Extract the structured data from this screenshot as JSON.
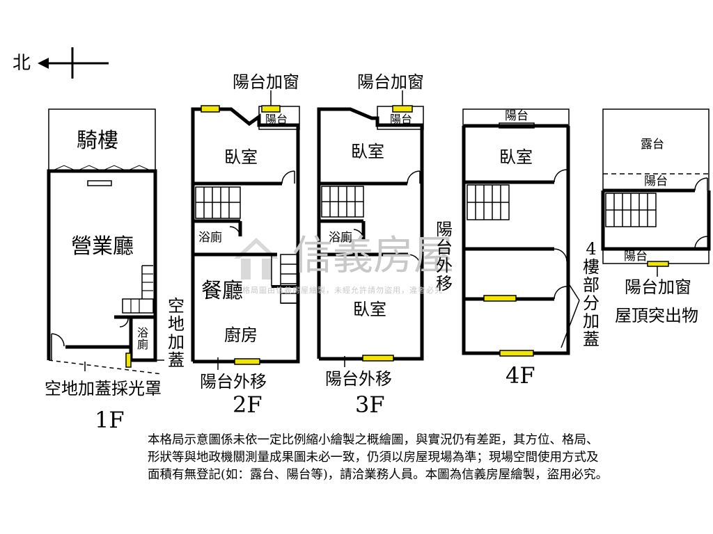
{
  "compass": {
    "label": "北"
  },
  "watermark": {
    "brand": "信義房屋",
    "notice": "格局圖由信義房屋繪製，未經允許請勿盜用，違者必究"
  },
  "floors": {
    "f1": {
      "label": "1F",
      "rooms": {
        "arcade": "騎樓",
        "business_hall": "營業廳",
        "bath": "浴廁"
      },
      "annotations": {
        "skylight": "空地加蓋採光罩",
        "addition": "空地加蓋"
      }
    },
    "f2": {
      "label": "2F",
      "rooms": {
        "bedroom": "臥室",
        "bath": "浴廁",
        "dining": "餐廳",
        "kitchen": "廚房",
        "balcony": "陽台"
      },
      "annotations": {
        "balcony_window": "陽台加窗",
        "balcony_move": "陽台外移"
      }
    },
    "f3": {
      "label": "3F",
      "rooms": {
        "bedroom_front": "臥室",
        "bath": "浴廁",
        "bedroom_back": "臥室",
        "balcony": "陽台"
      },
      "annotations": {
        "balcony_window": "陽台加窗",
        "balcony_move": "陽台外移",
        "balcony_move_side": "陽台外移"
      }
    },
    "f4": {
      "label": "4F",
      "rooms": {
        "balcony": "陽台",
        "bedroom": "臥室"
      },
      "annotations": {
        "partial_addition": "4樓部分加蓋"
      }
    },
    "roof": {
      "label": "屋頂突出物",
      "rooms": {
        "terrace": "露台",
        "balcony_top": "陽台",
        "balcony_bottom": "陽台"
      },
      "annotations": {
        "balcony_window": "陽台加窗"
      }
    }
  },
  "note": {
    "line1": "本格局示意圖係未依一定比例縮小繪製之概繪圖，與實況仍有差距，其方位、格局、",
    "line2": "形狀等與地政機關測量成果圖未必一致，仍須以房屋現場為準；現場空間使用方式及",
    "line3": "面積有無登記(如：露台、陽台等)，請洽業務人員。本圖為信義房屋繪製，盜用必究。"
  }
}
